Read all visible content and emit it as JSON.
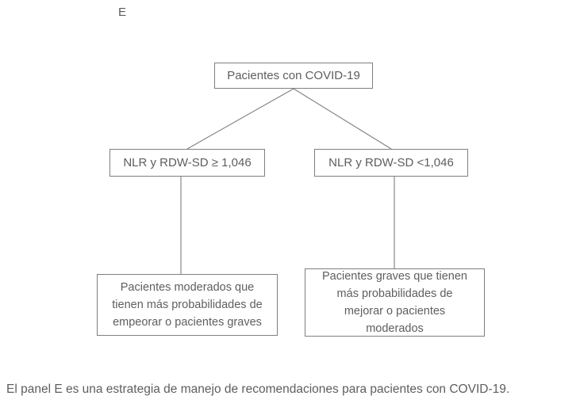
{
  "figure": {
    "panel_label": "E",
    "nodes": {
      "root": "Pacientes con COVID-19",
      "branch_high": "NLR y RDW-SD ≥ 1,046",
      "branch_low": "NLR y RDW-SD <1,046",
      "outcome_high": "Pacientes moderados que\ntienen más probabilidades de\nempeorar o pacientes graves",
      "outcome_low": "Pacientes graves que tienen\nmás probabilidades de\nmejorar o pacientes\nmoderados"
    },
    "colors": {
      "box_border": "#7f7f7f",
      "connector": "#7f7f7f",
      "text": "#5e5e5e",
      "background": "#ffffff"
    }
  },
  "caption": {
    "text": "El panel E es una estrategia de manejo de recomendaciones para pacientes con COVID-19."
  }
}
